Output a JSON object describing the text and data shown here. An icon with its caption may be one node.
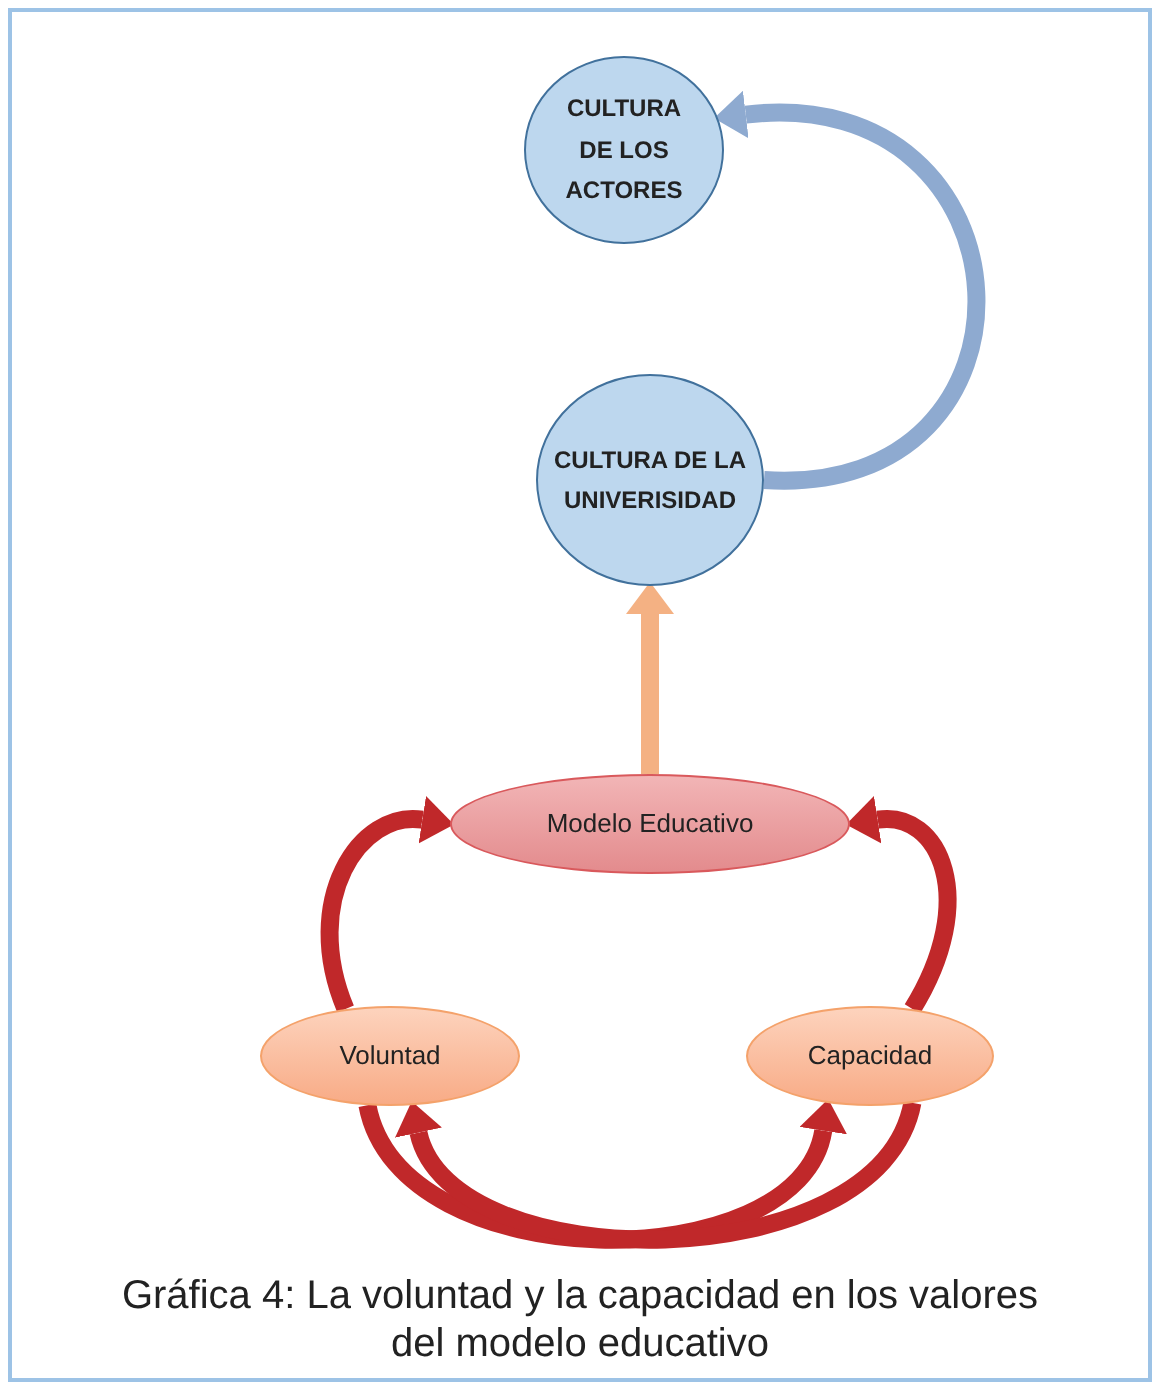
{
  "diagram": {
    "caption": "Gráfica 4: La voluntad y la capacidad en los valores del modelo educativo",
    "nodes": [
      {
        "text": [
          "CULTURA DE LOS ACTORES"
        ]
      },
      {
        "text": [
          "CULTURA DE LA UNIVERISIDAD"
        ]
      },
      {
        "text": [
          "Modelo Educativo"
        ]
      },
      {
        "text": [
          "Voluntad"
        ]
      },
      {
        "text": [
          "Capacidad"
        ]
      }
    ],
    "edges": [
      {
        "from": 1,
        "to": 0,
        "arrow": "to",
        "color": "#8eaad0"
      },
      {
        "from": 2,
        "to": 1,
        "arrow": "to",
        "color": "#f4b183"
      },
      {
        "from": 3,
        "to": 2,
        "arrow": "to"
      },
      {
        "from": 4,
        "to": 2,
        "arrow": "to"
      },
      {
        "from": 3,
        "to": 4,
        "arrow": "to"
      },
      {
        "from": 4,
        "to": 3,
        "arrow": "to"
      }
    ]
  }
}
